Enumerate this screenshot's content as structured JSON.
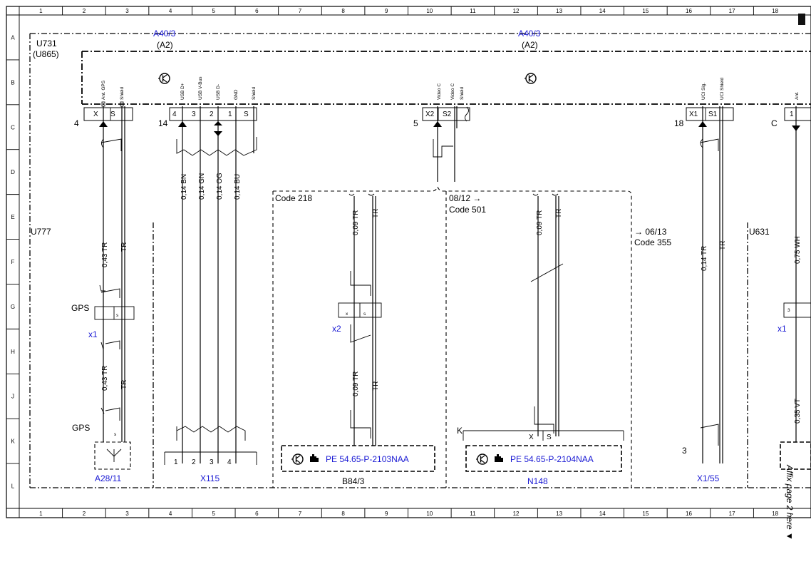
{
  "grid": {
    "columns": [
      "1",
      "2",
      "3",
      "4",
      "5",
      "6",
      "7",
      "8",
      "9",
      "10",
      "11",
      "12",
      "13",
      "14",
      "15",
      "16",
      "17",
      "18"
    ],
    "rows": [
      "A",
      "B",
      "C",
      "D",
      "E",
      "F",
      "G",
      "H",
      "J",
      "K",
      "L"
    ]
  },
  "units": {
    "a40_left": "A40/3",
    "a2_left": "(A2)",
    "a40_right": "A40/3",
    "a2_right": "(A2)",
    "u731": "U731",
    "u865": "(U865)",
    "u777": "U777",
    "u631": "U631"
  },
  "connectors": {
    "ant_gps": {
      "number": "4",
      "pins": [
        "X",
        "S"
      ],
      "labels": [
        "Ant. GPS",
        "Shield"
      ]
    },
    "usb": {
      "number": "14",
      "pins": [
        "4",
        "3",
        "2",
        "1",
        "S"
      ],
      "labels": [
        "USB D+",
        "USB V-Bus",
        "USB D-",
        "GND",
        "Shield"
      ]
    },
    "video": {
      "number": "5",
      "pins": [
        "X2",
        "S2"
      ],
      "labels": [
        "Video C",
        "Video C",
        "Shield"
      ]
    },
    "uci": {
      "number": "18",
      "pins": [
        "X1",
        "S1"
      ],
      "labels": [
        "UCI Sig.",
        "UCI Shield"
      ]
    },
    "ant": {
      "number": "C",
      "pins": [
        "1"
      ],
      "labels": [
        "Ant."
      ]
    }
  },
  "wires": {
    "gps_top_main": "0,43 TR",
    "gps_top_shield": "TR",
    "gps_bot_main": "0,43 TR",
    "gps_bot_shield": "TR",
    "usb": [
      "0,14 BN",
      "0,14 GN",
      "0,14 OG",
      "0,14 BU"
    ],
    "code218_top_main": "0,09 TR",
    "code218_top_shield": "TR",
    "code218_bot_main": "0,09 TR",
    "code218_bot_shield": "TR",
    "code501_main": "0,09 TR",
    "code501_shield": "TR",
    "uci_main": "0,14 TR",
    "uci_shield": "TR",
    "right_top": "0,75 WH",
    "right_bottom": "0,35 VT"
  },
  "labels": {
    "gps_upper": "GPS",
    "gps_lower": "GPS",
    "x1_left": "x1",
    "x2": "x2",
    "x1_right": "x1",
    "s_upper": "s",
    "x_x2": "x",
    "s_x2": "s",
    "s_lower": "s",
    "k_label": "K",
    "x_k": "X",
    "s_k": "S",
    "num3": "3",
    "num3_right": "3",
    "x115_pins": [
      "1",
      "2",
      "3",
      "4"
    ],
    "code218": "Code 218",
    "date_0812": "08/12 →",
    "code501": "Code 501",
    "date_0613": "→ 06/13",
    "code355": "Code 355"
  },
  "components": {
    "a28": "A28/11",
    "x115": "X115",
    "b84": "B84/3",
    "n148": "N148",
    "x155": "X1/55"
  },
  "references": {
    "pe_left": "PE 54.65-P-2103NAA",
    "pe_right": "PE 54.65-P-2104NAA"
  },
  "affix_note": "Affix page 2 here ▼",
  "colors": {
    "line": "#000000",
    "link": "#1a1ad4",
    "background": "#ffffff"
  }
}
